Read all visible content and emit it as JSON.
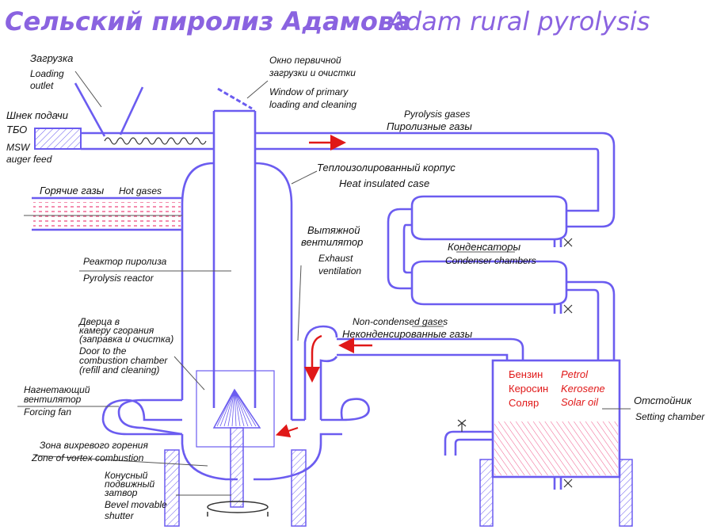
{
  "title": {
    "ru": "Сельский пиролиз Адамова",
    "en": "Adam rural pyrolysis"
  },
  "labels": {
    "loading_ru": "Загрузка",
    "loading_en_1": "Loading",
    "loading_en_2": "outlet",
    "auger_ru_1": "Шнек подачи",
    "auger_ru_2": "ТБО",
    "auger_en_1": "MSW",
    "auger_en_2": "auger feed",
    "window_ru_1": "Окно первичной",
    "window_ru_2": "загрузки и очистки",
    "window_en_1": "Window of  primary",
    "window_en_2": "loading and cleaning",
    "gases_en": "Pyrolysis gases",
    "gases_ru": "Пиролизные газы",
    "case_ru": "Теплоизолированный корпус",
    "case_en": "Heat insulated case",
    "hot_ru": "Горячие газы",
    "hot_en": "Hot gases",
    "exhaust_ru_1": "Вытяжной",
    "exhaust_ru_2": "вентилятор",
    "exhaust_en_1": "Exhaust",
    "exhaust_en_2": "ventilation",
    "condensers_ru": "Конденсаторы",
    "condensers_en": "Condenser chambers",
    "reactor_ru": "Реактор пиролиза",
    "reactor_en": "Pyrolysis reactor",
    "noncond_en": "Non-condensed gases",
    "noncond_ru": "Неконденсированные газы",
    "door_ru_1": "Дверца в",
    "door_ru_2": "камеру сгорания",
    "door_ru_3": "(заправка и очистка)",
    "door_en_1": "Door to the",
    "door_en_2": "combustion chamber",
    "door_en_3": "(refill and cleaning)",
    "products_ru_1": "Бензин",
    "products_ru_2": "Керосин",
    "products_ru_3": "Соляр",
    "products_en_1": "Petrol",
    "products_en_2": "Kerosene",
    "products_en_3": "Solar oil",
    "settling_ru": "Отстойник",
    "settling_en": "Setting chamber",
    "fan_ru_1": "Нагнетающий",
    "fan_ru_2": "вентилятор",
    "fan_en": "Forcing fan",
    "vortex_ru": "Зона вихревого горения",
    "vortex_en": "Zone of vortex combustion",
    "shutter_ru_1": "Конусный",
    "shutter_ru_2": "подвижный",
    "shutter_ru_3": "затвор",
    "shutter_en_1": "Bevel movable",
    "shutter_en_2": "shutter"
  },
  "colors": {
    "pipe": "#6b5cf0",
    "title": "#8a63e0",
    "arrow": "#e01818",
    "hatch": "#f05a8c"
  }
}
